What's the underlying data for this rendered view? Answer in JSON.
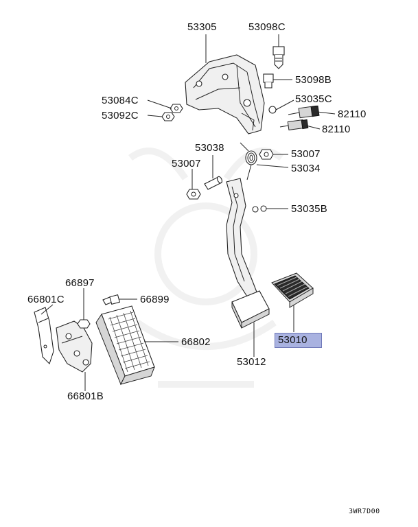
{
  "labels": {
    "p53305": "53305",
    "p53098C": "53098C",
    "p53098B": "53098B",
    "p53084C": "53084C",
    "p53092C": "53092C",
    "p53035C": "53035C",
    "p82110a": "82110",
    "p82110b": "82110",
    "p53038": "53038",
    "p53007a": "53007",
    "p53007b": "53007",
    "p53034": "53034",
    "p53035B": "53035B",
    "p66897": "66897",
    "p66801C": "66801C",
    "p66899": "66899",
    "p66802": "66802",
    "p66801B": "66801B",
    "p53012": "53012",
    "p53010": "53010"
  },
  "footer": {
    "code": "3WR7D00"
  },
  "colors": {
    "highlight": "#a9b2e0",
    "line": "#222222"
  }
}
